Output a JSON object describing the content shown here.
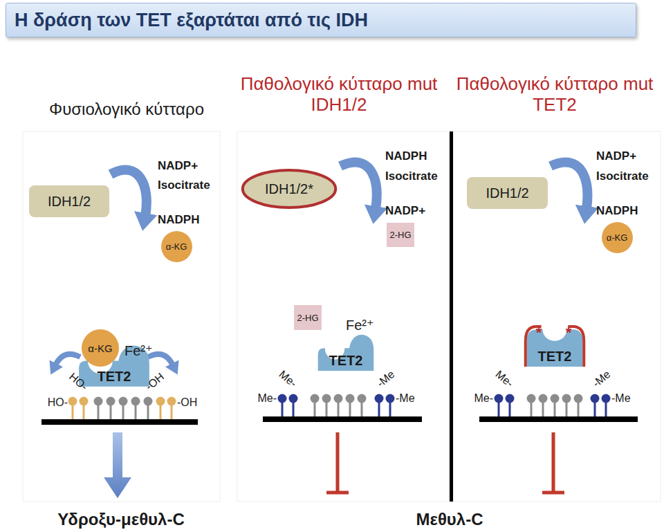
{
  "diagram": {
    "title": "Η δράση των TET εξαρτάται από τις IDH",
    "nodes": [
      {
        "text": [
          "IDH1/2"
        ]
      },
      {
        "text": [
          "α-KG"
        ]
      },
      {
        "text": [
          "IDH1/2*"
        ]
      },
      {
        "text": [
          "2-HG"
        ]
      },
      {
        "text": [
          "IDH1/2"
        ]
      },
      {
        "text": [
          "α-KG"
        ]
      },
      {
        "text": [
          "α-KG"
        ]
      },
      {
        "text": [
          "TET2"
        ]
      },
      {
        "text": [
          "2-HG"
        ]
      },
      {
        "text": [
          "TET2"
        ]
      },
      {
        "text": [
          "TET2"
        ]
      }
    ],
    "labels": [
      "Φυσιολογικό κύτταρο",
      "Παθολογικό κύτταρο mut IDH1/2",
      "Παθολογικό κύτταρο mut TET2",
      "NADP+",
      "Isocitrate",
      "NADPH",
      "NADPH",
      "Isocitrate",
      "NADP+",
      "NADP+",
      "Isocitrate",
      "NADPH",
      "Fe²⁺",
      "HO-",
      "HO-",
      "-OH",
      "-OH",
      "Fe²⁺",
      "Me-",
      "Me-",
      "-Me",
      "-Me",
      "*",
      "*",
      "Me-",
      "Me-",
      "-Me",
      "-Me",
      "Υδροξυ-μεθυλ-C",
      "Μεθυλ-C"
    ]
  }
}
